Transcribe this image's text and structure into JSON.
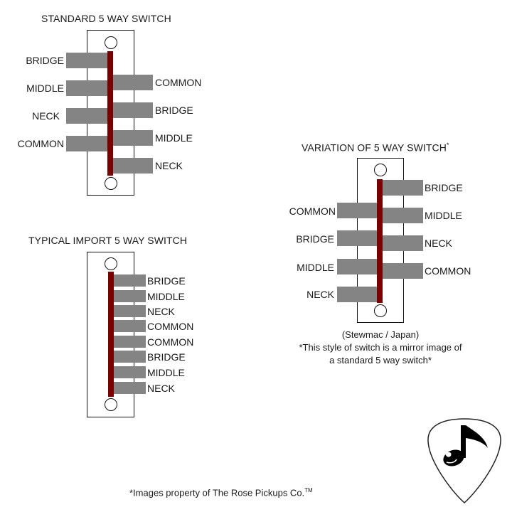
{
  "diagrams": {
    "standard": {
      "title": "STANDARD 5 WAY SWITCH",
      "left_labels": [
        "BRIDGE",
        "MIDDLE",
        "NECK",
        "COMMON"
      ],
      "right_labels": [
        "COMMON",
        "BRIDGE",
        "MIDDLE",
        "NECK"
      ]
    },
    "import": {
      "title": "TYPICAL IMPORT 5 WAY SWITCH",
      "right_labels": [
        "BRIDGE",
        "MIDDLE",
        "NECK",
        "COMMON",
        "COMMON",
        "BRIDGE",
        "MIDDLE",
        "NECK"
      ]
    },
    "variation": {
      "title": "VARIATION OF 5 WAY SWITCH",
      "title_mark": "*",
      "left_labels": [
        "COMMON",
        "BRIDGE",
        "MIDDLE",
        "NECK"
      ],
      "right_labels": [
        "BRIDGE",
        "MIDDLE",
        "NECK",
        "COMMON"
      ],
      "note_line1": "(Stewmac / Japan)",
      "note_line2": "*This style of switch is a mirror image of",
      "note_line3": "a standard 5 way switch*"
    }
  },
  "footer": {
    "text": "*Images property of The Rose Pickups Co.",
    "trademark": "TM"
  },
  "logo": {
    "icon": "guitar-pick-music-note-icon"
  },
  "colors": {
    "rail": "#7a0000",
    "tab": "#848484",
    "outline": "#111111"
  }
}
